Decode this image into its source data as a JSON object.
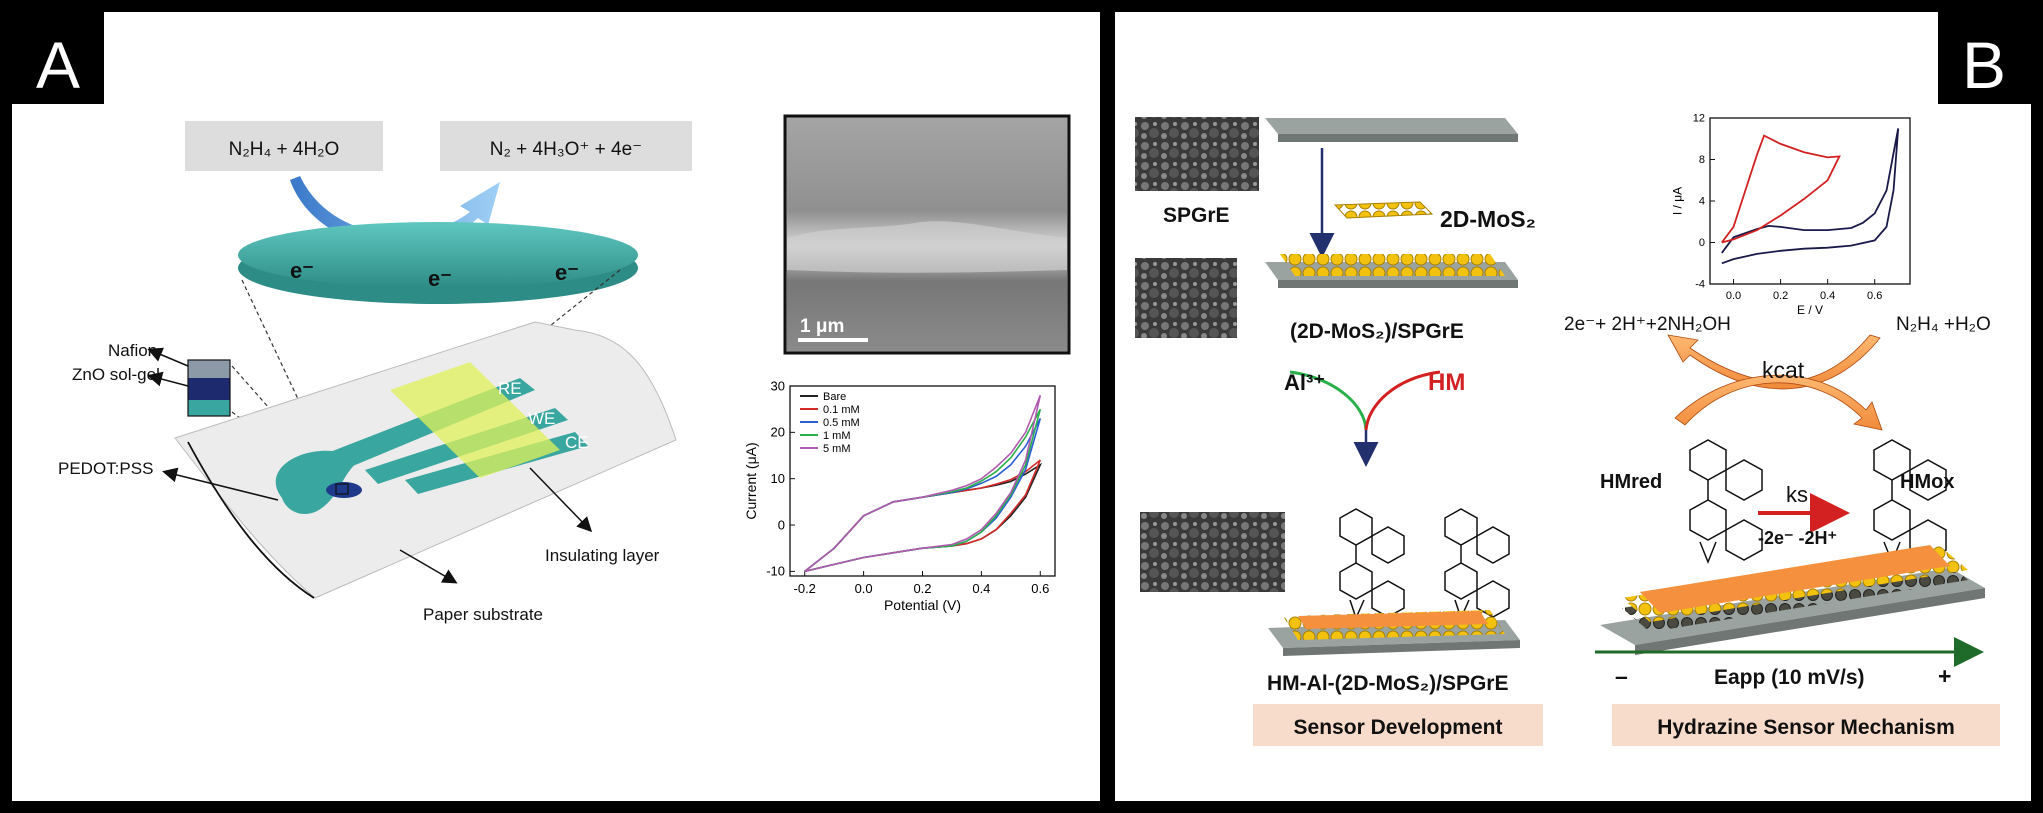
{
  "panel_a": {
    "letter": "A",
    "reaction_left": "N₂H₄ + 4H₂O",
    "reaction_right": "N₂ + 4H₃O⁺ + 4e⁻",
    "electron": "e⁻",
    "labels": {
      "nafion": "Nafion",
      "zno": "ZnO sol-gel",
      "pedot": "PEDOT:PSS",
      "insulating": "Insulating layer",
      "paper": "Paper substrate",
      "re": "RE",
      "we": "WE",
      "ce": "CE"
    },
    "sem_scale": "1 μm",
    "colors": {
      "teal": "#3aa6a0",
      "arrow": "#4a90d9",
      "insulating": "#e2f25a",
      "box": "#dddddd"
    }
  },
  "panel_b": {
    "letter": "B",
    "spgre": "SPGrE",
    "mos2": "2D-MoS₂",
    "mos2_spgre": "(2D-MoS₂)/SPGrE",
    "al": "Al³⁺",
    "hm": "HM",
    "hm_al_full": "HM-Al-(2D-MoS₂)/SPGrE",
    "sensor_dev": "Sensor Development",
    "mechanism": "Hydrazine Sensor Mechanism",
    "left_products": "2e⁻+ 2H⁺+2NH₂OH",
    "right_reactants": "N₂H₄ +H₂O",
    "kcat": "kcat",
    "ks": "ks",
    "hm_red": "HMred",
    "hm_ox": "HMox",
    "electrons": "-2e⁻ -2H⁺",
    "eapp": "Eapp (10 mV/s)",
    "minus": "–",
    "plus": "+",
    "colors": {
      "label_bg": "#f7dccc",
      "red": "#d32020",
      "navy": "#1a1a4a",
      "gold": "#f2c20f",
      "orange": "#f59a4a",
      "green": "#1f6b2a"
    }
  },
  "chart_data": [
    {
      "type": "line",
      "xlabel": "Potential (V)",
      "ylabel": "Current (μA)",
      "xlim": [
        -0.25,
        0.65
      ],
      "ylim": [
        -11,
        30
      ],
      "xticks": [
        "-0.2",
        "0.0",
        "0.2",
        "0.4",
        "0.6"
      ],
      "yticks": [
        "-10",
        "0",
        "10",
        "20",
        "30"
      ],
      "legend_position": "top-left",
      "series": [
        {
          "name": "Bare",
          "color": "#222222",
          "x_forward": [
            -0.2,
            -0.1,
            0.0,
            0.1,
            0.2,
            0.3,
            0.35,
            0.4,
            0.45,
            0.5,
            0.55,
            0.6
          ],
          "y_forward": [
            -10,
            -5,
            2,
            5,
            6,
            7,
            7.5,
            8,
            8.6,
            9.4,
            11,
            13
          ],
          "x_reverse": [
            0.6,
            0.55,
            0.5,
            0.45,
            0.4,
            0.35,
            0.3,
            0.2,
            0.1,
            0.0,
            -0.1,
            -0.2
          ],
          "y_reverse": [
            13,
            6,
            2,
            -1,
            -3,
            -4,
            -4.5,
            -5,
            -6,
            -7,
            -8.5,
            -10
          ]
        },
        {
          "name": "0.1 mM",
          "color": "#d42a2a",
          "x_forward": [
            -0.2,
            -0.1,
            0.0,
            0.1,
            0.2,
            0.3,
            0.35,
            0.4,
            0.45,
            0.5,
            0.55,
            0.6
          ],
          "y_forward": [
            -10,
            -5,
            2,
            5,
            6,
            7,
            7.5,
            8,
            8.8,
            9.8,
            11.5,
            14
          ],
          "x_reverse": [
            0.6,
            0.55,
            0.5,
            0.45,
            0.4,
            0.35,
            0.3,
            0.2,
            0.1,
            0.0,
            -0.1,
            -0.2
          ],
          "y_reverse": [
            14,
            6.5,
            2.5,
            -1,
            -3,
            -4,
            -4.5,
            -5,
            -6,
            -7,
            -8.5,
            -10
          ]
        },
        {
          "name": "0.5 mM",
          "color": "#2a5fd4",
          "x_forward": [
            -0.2,
            -0.1,
            0.0,
            0.1,
            0.2,
            0.3,
            0.35,
            0.4,
            0.45,
            0.5,
            0.55,
            0.6
          ],
          "y_forward": [
            -10,
            -5,
            2,
            5,
            6,
            7,
            7.8,
            9,
            10.5,
            13,
            17,
            23
          ],
          "x_reverse": [
            0.6,
            0.55,
            0.5,
            0.45,
            0.4,
            0.35,
            0.3,
            0.2,
            0.1,
            0.0,
            -0.1,
            -0.2
          ],
          "y_reverse": [
            23,
            12,
            6,
            1.5,
            -1.5,
            -3.5,
            -4.5,
            -5,
            -6,
            -7,
            -8.5,
            -10
          ]
        },
        {
          "name": "1 mM",
          "color": "#2ab04a",
          "x_forward": [
            -0.2,
            -0.1,
            0.0,
            0.1,
            0.2,
            0.3,
            0.35,
            0.4,
            0.45,
            0.5,
            0.55,
            0.6
          ],
          "y_forward": [
            -10,
            -5,
            2,
            5,
            6,
            7.2,
            8,
            9.5,
            11.5,
            14.5,
            19,
            25
          ],
          "x_reverse": [
            0.6,
            0.55,
            0.5,
            0.45,
            0.4,
            0.35,
            0.3,
            0.2,
            0.1,
            0.0,
            -0.1,
            -0.2
          ],
          "y_reverse": [
            25,
            13,
            6.5,
            2,
            -1.5,
            -3.5,
            -4.5,
            -5,
            -6,
            -7,
            -8.5,
            -10
          ]
        },
        {
          "name": "5 mM",
          "color": "#b05ab0",
          "x_forward": [
            -0.2,
            -0.1,
            0.0,
            0.1,
            0.2,
            0.3,
            0.35,
            0.4,
            0.45,
            0.5,
            0.55,
            0.6
          ],
          "y_forward": [
            -10,
            -5,
            2,
            5,
            6,
            7.5,
            8.5,
            10,
            12.5,
            15.5,
            20,
            28
          ],
          "x_reverse": [
            0.6,
            0.55,
            0.5,
            0.45,
            0.4,
            0.35,
            0.3,
            0.2,
            0.1,
            0.0,
            -0.1,
            -0.2
          ],
          "y_reverse": [
            28,
            14,
            7,
            2.5,
            -1,
            -3,
            -4.2,
            -5,
            -6,
            -7,
            -8.5,
            -10
          ]
        }
      ]
    },
    {
      "type": "line",
      "xlabel": "E / V",
      "ylabel": "I / μA",
      "xlim": [
        -0.1,
        0.75
      ],
      "ylim": [
        -4,
        12
      ],
      "xticks": [
        "0.0",
        "0.2",
        "0.4",
        "0.6"
      ],
      "yticks": [
        "-4",
        "0",
        "4",
        "8",
        "12"
      ],
      "series": [
        {
          "color": "#1a1a4a",
          "x_forward": [
            -0.05,
            0.0,
            0.1,
            0.15,
            0.2,
            0.3,
            0.4,
            0.5,
            0.55,
            0.6,
            0.65,
            0.7
          ],
          "y_forward": [
            -1,
            0.5,
            1.3,
            1.6,
            1.5,
            1.2,
            1.2,
            1.4,
            1.9,
            2.8,
            5,
            11
          ],
          "x_reverse": [
            0.7,
            0.68,
            0.65,
            0.6,
            0.5,
            0.4,
            0.3,
            0.2,
            0.1,
            0.0,
            -0.05
          ],
          "y_reverse": [
            11,
            5,
            1.5,
            0.2,
            -0.3,
            -0.5,
            -0.6,
            -0.8,
            -1.1,
            -1.6,
            -2
          ]
        },
        {
          "color": "#d32020",
          "x_forward": [
            -0.05,
            0.0,
            0.05,
            0.1,
            0.13,
            0.2,
            0.3,
            0.4,
            0.45
          ],
          "y_forward": [
            0,
            1.5,
            5,
            8.5,
            10.3,
            9.5,
            8.7,
            8.2,
            8.3
          ],
          "x_reverse": [
            0.45,
            0.4,
            0.3,
            0.2,
            0.1,
            0.0,
            -0.05
          ],
          "y_reverse": [
            8.3,
            6,
            4.2,
            2.6,
            1.2,
            0.3,
            0
          ]
        }
      ]
    }
  ]
}
